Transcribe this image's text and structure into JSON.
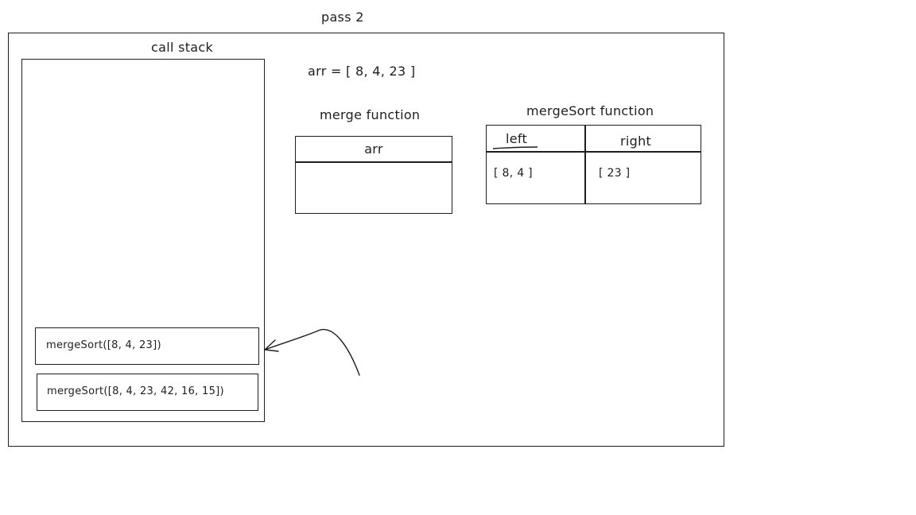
{
  "title": "pass 2",
  "call_stack": {
    "label": "call stack",
    "frames": [
      "mergeSort([8, 4, 23])",
      "mergeSort([8, 4, 23, 42, 16, 15])"
    ]
  },
  "arr_label": "arr = [ 8, 4, 23 ]",
  "merge_function": {
    "title": "merge function",
    "header": "arr",
    "value": ""
  },
  "mergesort_function": {
    "title": "mergeSort function",
    "headers": [
      "left",
      "right"
    ],
    "values": [
      "[ 8, 4 ]",
      "[ 23 ]"
    ]
  },
  "colors": {
    "stroke": "#1e1e1e",
    "background": "#ffffff"
  }
}
